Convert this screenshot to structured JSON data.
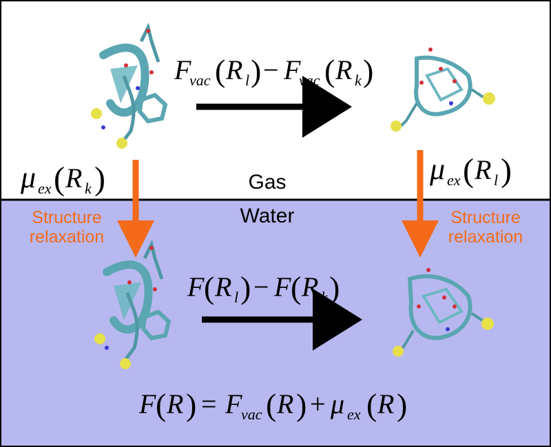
{
  "regions": {
    "gas_label": "Gas",
    "water_label": "Water"
  },
  "equations": {
    "gas_free_energy": {
      "term1": "F",
      "term1_sub": "vac",
      "term1_arg": "R",
      "term1_arg_sub": "l",
      "minus": "−",
      "term2": "F",
      "term2_sub": "vac",
      "term2_arg": "R",
      "term2_arg_sub": "k"
    },
    "solvated_free_energy": {
      "term1": "F",
      "term1_arg": "R",
      "term1_arg_sub": "l",
      "minus": "−",
      "term2": "F",
      "term2_arg": "R",
      "term2_arg_sub": "k"
    },
    "mu_left": {
      "sym": "μ",
      "sub": "ex",
      "arg": "R",
      "arg_sub": "k"
    },
    "mu_right": {
      "sym": "μ",
      "sub": "ex",
      "arg": "R",
      "arg_sub": "l"
    },
    "total": {
      "lhs": "F",
      "lhs_arg": "R",
      "eq": "=",
      "t1": "F",
      "t1_sub": "vac",
      "t1_arg": "R",
      "plus": "+",
      "t2": "μ",
      "t2_sub": "ex",
      "t2_arg": "R"
    }
  },
  "labels": {
    "relax_left_line1": "Structure",
    "relax_left_line2": "relaxation",
    "relax_right_line1": "Structure",
    "relax_right_line2": "relaxation"
  },
  "colors": {
    "water": "#b8b8f0",
    "orange": "#f36a1a",
    "arrow_black": "#000000",
    "protein_teal": "#5aa6b2",
    "sulfur": "#e6e04a",
    "oxygen": "#d0303a",
    "nitrogen": "#3a3ad0"
  }
}
